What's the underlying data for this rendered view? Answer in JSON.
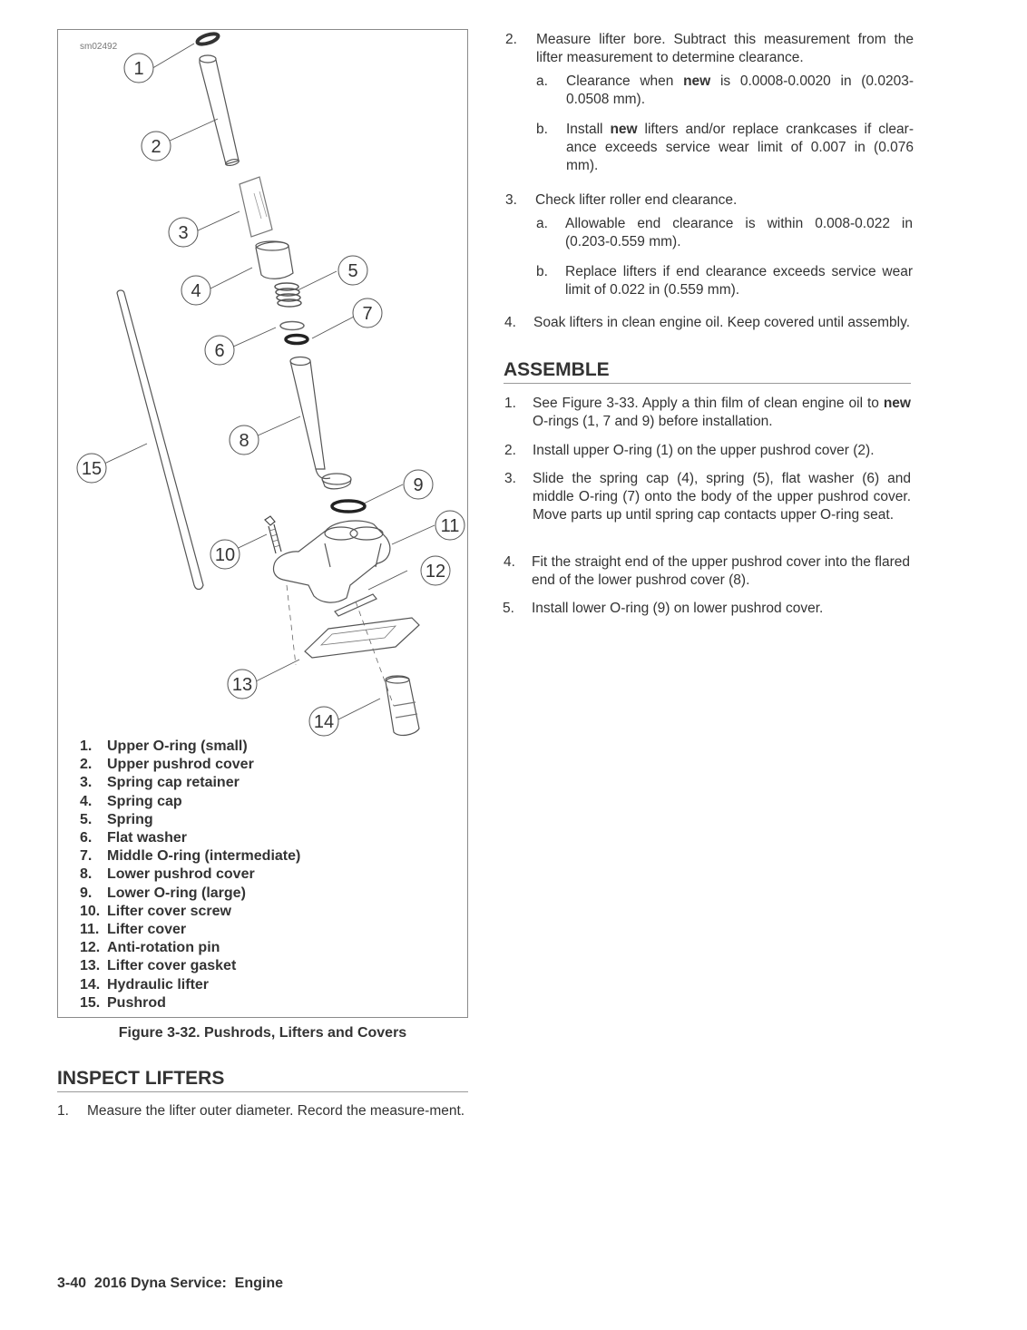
{
  "figure": {
    "id": "sm02492",
    "callouts": [
      "1",
      "2",
      "3",
      "4",
      "5",
      "6",
      "7",
      "8",
      "9",
      "10",
      "11",
      "12",
      "13",
      "14",
      "15"
    ],
    "legend": [
      {
        "num": "1.",
        "label": "Upper O-ring (small)"
      },
      {
        "num": "2.",
        "label": "Upper pushrod cover"
      },
      {
        "num": "3.",
        "label": "Spring cap retainer"
      },
      {
        "num": "4.",
        "label": "Spring cap"
      },
      {
        "num": "5.",
        "label": "Spring"
      },
      {
        "num": "6.",
        "label": "Flat washer"
      },
      {
        "num": "7.",
        "label": "Middle O-ring (intermediate)"
      },
      {
        "num": "8.",
        "label": "Lower pushrod cover"
      },
      {
        "num": "9.",
        "label": "Lower O-ring (large)"
      },
      {
        "num": "10.",
        "label": "Lifter cover screw"
      },
      {
        "num": "11.",
        "label": "Lifter cover"
      },
      {
        "num": "12.",
        "label": "Anti-rotation pin"
      },
      {
        "num": "13.",
        "label": "Lifter cover gasket"
      },
      {
        "num": "14.",
        "label": "Hydraulic lifter"
      },
      {
        "num": "15.",
        "label": "Pushrod"
      }
    ],
    "caption": "Figure 3-32. Pushrods, Lifters and Covers"
  },
  "inspect": {
    "title": "INSPECT LIFTERS",
    "step1": {
      "n": "1.",
      "text": "Measure the lifter outer diameter. Record the measure-ment."
    },
    "step2": {
      "n": "2.",
      "text": "Measure lifter bore. Subtract this measurement from the lifter measurement to determine clearance."
    },
    "step2a": {
      "n": "a.",
      "pre": "Clearance when ",
      "kw": "new",
      "post": " is 0.0008-0.0020 in (0.0203-0.0508 mm)."
    },
    "step2b": {
      "n": "b.",
      "pre": "Install ",
      "kw": "new",
      "post": " lifters and/or replace crankcases if clear-ance exceeds service wear limit of 0.007 in (0.076 mm)."
    },
    "step3": {
      "n": "3.",
      "text": "Check lifter roller end clearance."
    },
    "step3a": {
      "n": "a.",
      "text": "Allowable end clearance is within 0.008-0.022 in (0.203-0.559 mm)."
    },
    "step3b": {
      "n": "b.",
      "text": "Replace lifters if end clearance exceeds service wear limit of 0.022 in (0.559 mm)."
    },
    "step4": {
      "n": "4.",
      "text": "Soak lifters in clean engine oil. Keep covered until assembly."
    }
  },
  "assemble": {
    "title": "ASSEMBLE",
    "step1": {
      "n": "1.",
      "pre": "See Figure 3-33. Apply a thin film of clean engine oil to ",
      "kw": "new",
      "post": " O-rings (1, 7 and 9) before installation."
    },
    "step2": {
      "n": "2.",
      "text": "Install upper O-ring (1) on the upper pushrod cover (2)."
    },
    "step3": {
      "n": "3.",
      "text": "Slide the spring cap (4), spring (5), flat washer (6) and middle O-ring (7) onto the body of the upper pushrod cover. Move parts up until spring cap contacts upper O-ring seat."
    },
    "step4": {
      "n": "4.",
      "text": "Fit the straight end of the upper pushrod cover into the flared end of the lower pushrod cover (8)."
    },
    "step5": {
      "n": "5.",
      "text": "Install lower O-ring (9) on lower pushrod cover."
    }
  },
  "footer": "3-40  2016 Dyna Service:  Engine"
}
